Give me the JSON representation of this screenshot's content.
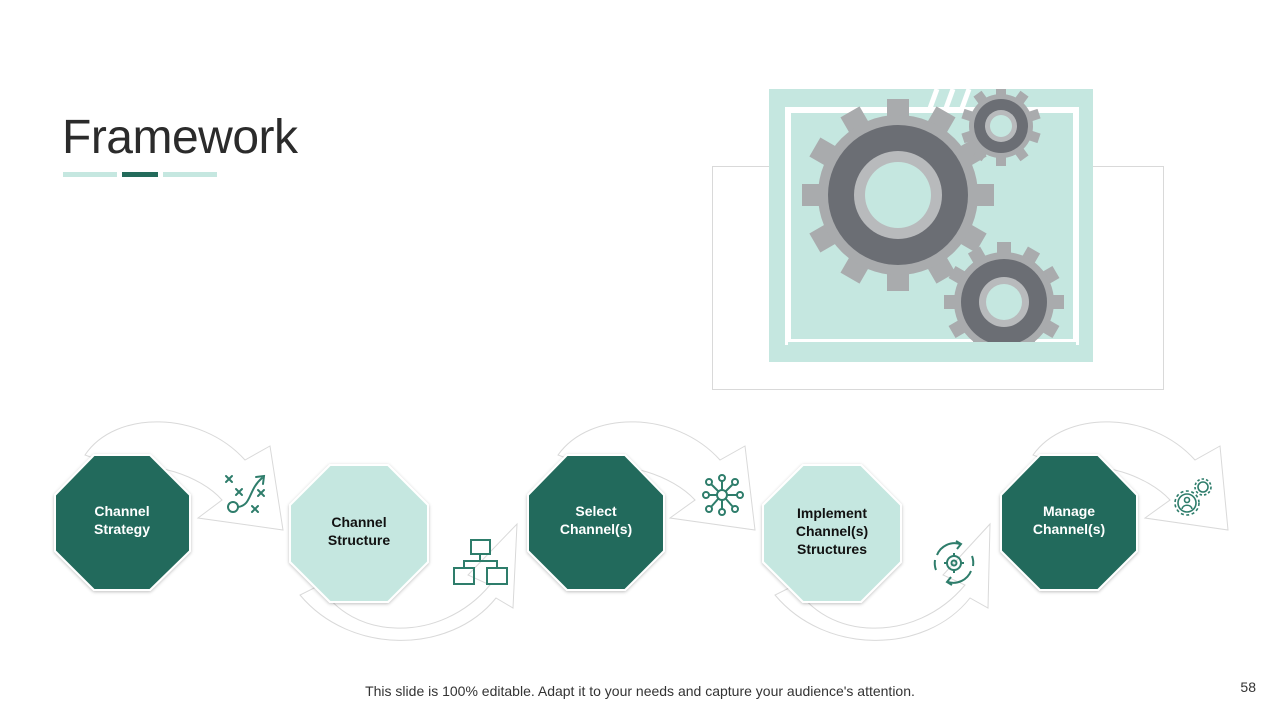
{
  "slide": {
    "title": "Framework",
    "footer_note": "This slide is 100% editable. Adapt it to your needs and capture your audience's attention.",
    "page_number": "58"
  },
  "steps": [
    {
      "label": "Channel\nStrategy",
      "style": "dark",
      "icon": "strategy-play-icon"
    },
    {
      "label": "Channel\nStructure",
      "style": "light",
      "icon": "hierarchy-chart-icon"
    },
    {
      "label": "Select\nChannel(s)",
      "style": "dark",
      "icon": "network-hub-icon"
    },
    {
      "label": "Implement\nChannel(s)\nStructures",
      "style": "light",
      "icon": "gear-cycle-icon"
    },
    {
      "label": "Manage\nChannel(s)",
      "style": "dark",
      "icon": "gears-user-icon"
    }
  ],
  "colors": {
    "dark_green": "#236b5b",
    "mint": "#c5e7e0",
    "icon_green": "#2e7d6b"
  }
}
